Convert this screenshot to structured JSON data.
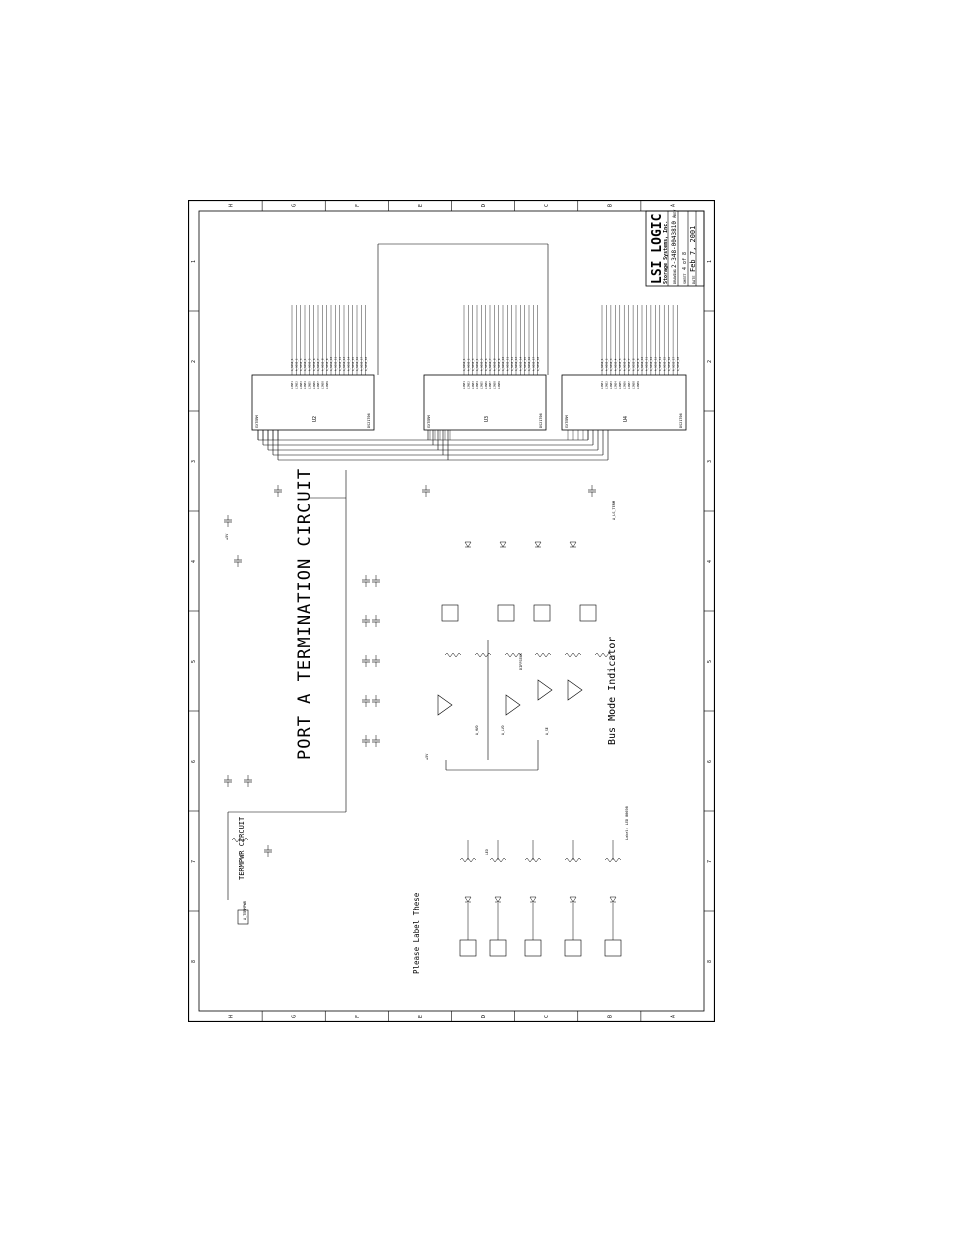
{
  "title_block": {
    "company": "LSI LOGIC",
    "subtitle": "Storage Systems, Inc.",
    "doc_label": "DRAWING",
    "doc_number": "2-348-0043810",
    "rev_label": "REV",
    "rev": "A",
    "sheet_label": "SHEET",
    "sheet": "4 of 8",
    "date_label": "DATE",
    "date": "Feb 7, 2001"
  },
  "border": {
    "row_letters": [
      "H",
      "G",
      "F",
      "E",
      "D",
      "C",
      "B",
      "A"
    ],
    "col_numbers": [
      "1",
      "2",
      "3",
      "4",
      "5",
      "6",
      "7",
      "8"
    ]
  },
  "headings": {
    "port_termination": "PORT A TERMINATION CIRCUIT",
    "termpwr": "TERMPWR CIRCUIT",
    "bus_mode": "Bus Mode Indicator",
    "please_label": "Please Label These"
  },
  "chips": [
    {
      "ref": "U2",
      "part": "DS21T06",
      "top": "EXTERM",
      "pins": [
        "LINE1",
        "LINE2",
        "LINE3",
        "LINE4",
        "LINE5",
        "LINE6",
        "LINE7",
        "LINE8",
        "LINE9"
      ]
    },
    {
      "ref": "U3",
      "part": "DS21T06",
      "top": "EXTERM",
      "pins": [
        "LINE1",
        "LINE2",
        "LINE3",
        "LINE4",
        "LINE5",
        "LINE6",
        "LINE7",
        "LINE8",
        "LINE9"
      ]
    },
    {
      "ref": "U4",
      "part": "DS21T06",
      "top": "EXTERM",
      "pins": [
        "LINE1",
        "LINE2",
        "LINE3",
        "LINE4",
        "LINE5",
        "LINE6",
        "LINE7",
        "LINE8",
        "LINE9"
      ]
    }
  ],
  "labels": {
    "net_prefix": "A_SCSI",
    "termpwr_net": "A_TERMPWR",
    "ls_term": "A_LS_TERM",
    "vcc": "+5V",
    "led_name": "LED",
    "label_led": "Label: LED 80698",
    "diffsense": "DIFFSENS",
    "hvd": "A_HVD",
    "lvd": "A_LVD",
    "se": "A_SE"
  }
}
